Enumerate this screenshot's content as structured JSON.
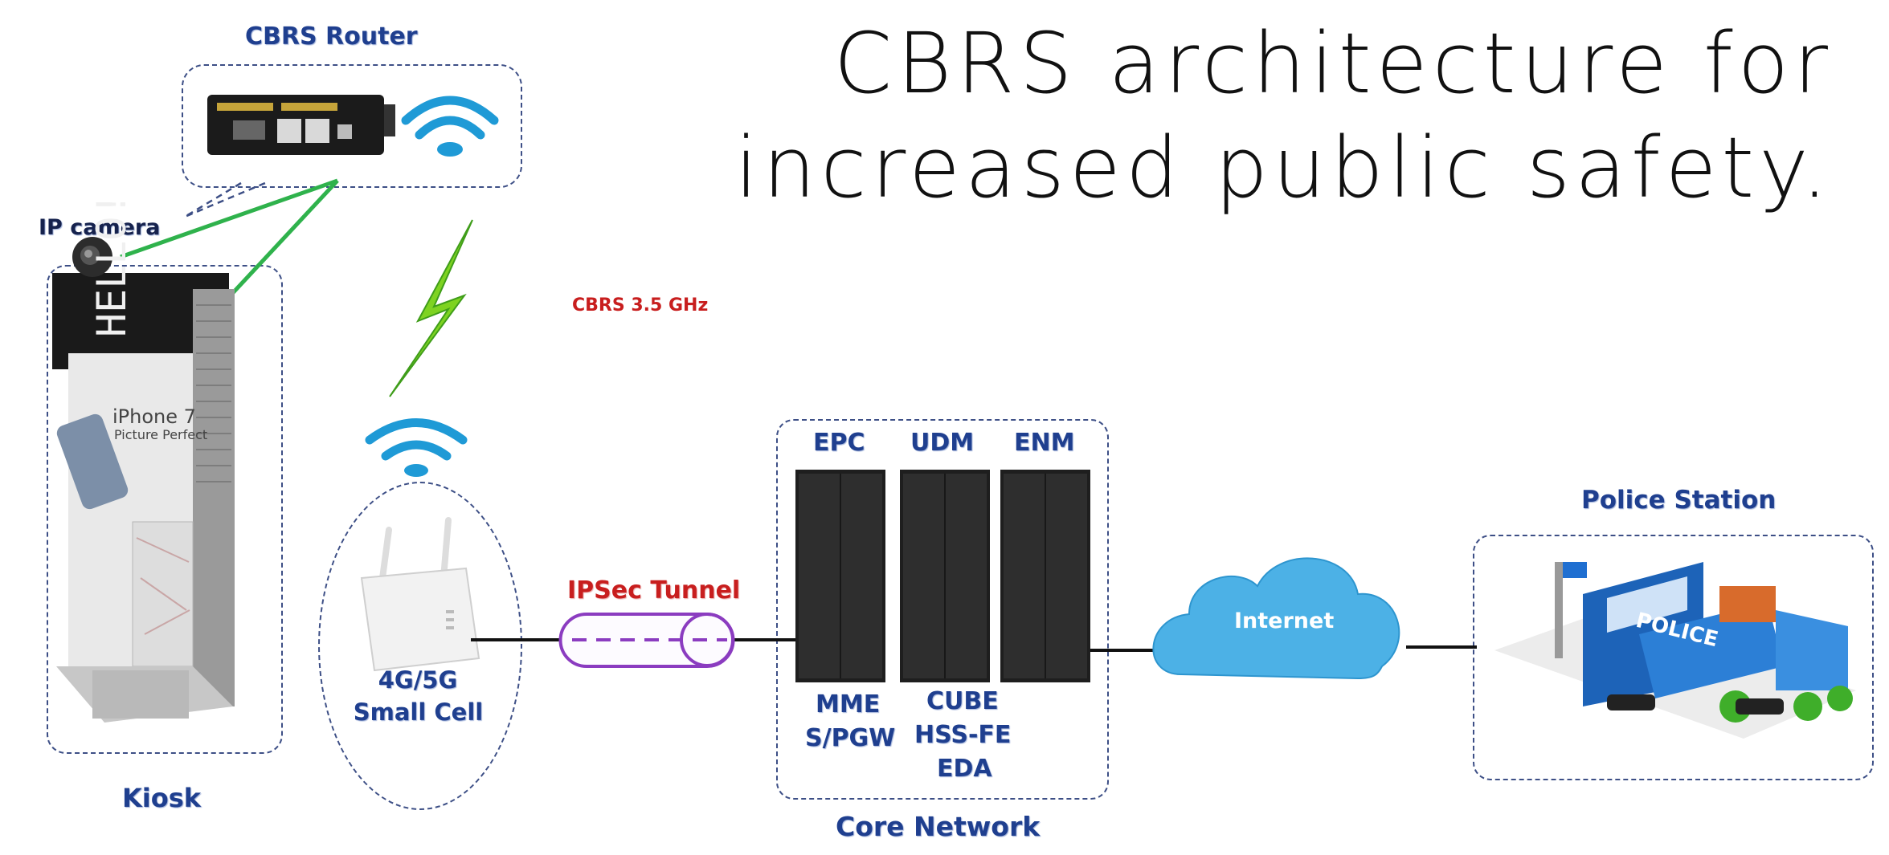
{
  "title": {
    "line1": "CBRS architecture for",
    "line2": "increased public safety."
  },
  "labels": {
    "router": "CBRS Router",
    "ip_camera": "IP camera",
    "kiosk": "Kiosk",
    "kiosk_screen_text": "HELLO!",
    "kiosk_ad_line1": "iPhone 7",
    "kiosk_ad_line2": "Picture Perfect",
    "band": "CBRS 3.5 GHz",
    "small_cell_line1": "4G/5G",
    "small_cell_line2": "Small Cell",
    "tunnel": "IPSec Tunnel",
    "epc": "EPC",
    "udm": "UDM",
    "enm": "ENM",
    "mme": "MME",
    "spgw": "S/PGW",
    "cube": "CUBE",
    "hss": "HSS-FE",
    "eda": "EDA",
    "core": "Core Network",
    "internet": "Internet",
    "police": "Police Station",
    "police_sign": "POLICE"
  },
  "colors": {
    "label_blue": "#1f3f8f",
    "red": "#c81e1e",
    "green": "#2fb24c",
    "wifi": "#1f9ad6",
    "cloud": "#4cb1e6",
    "tunnel": "#8b3cc0"
  }
}
